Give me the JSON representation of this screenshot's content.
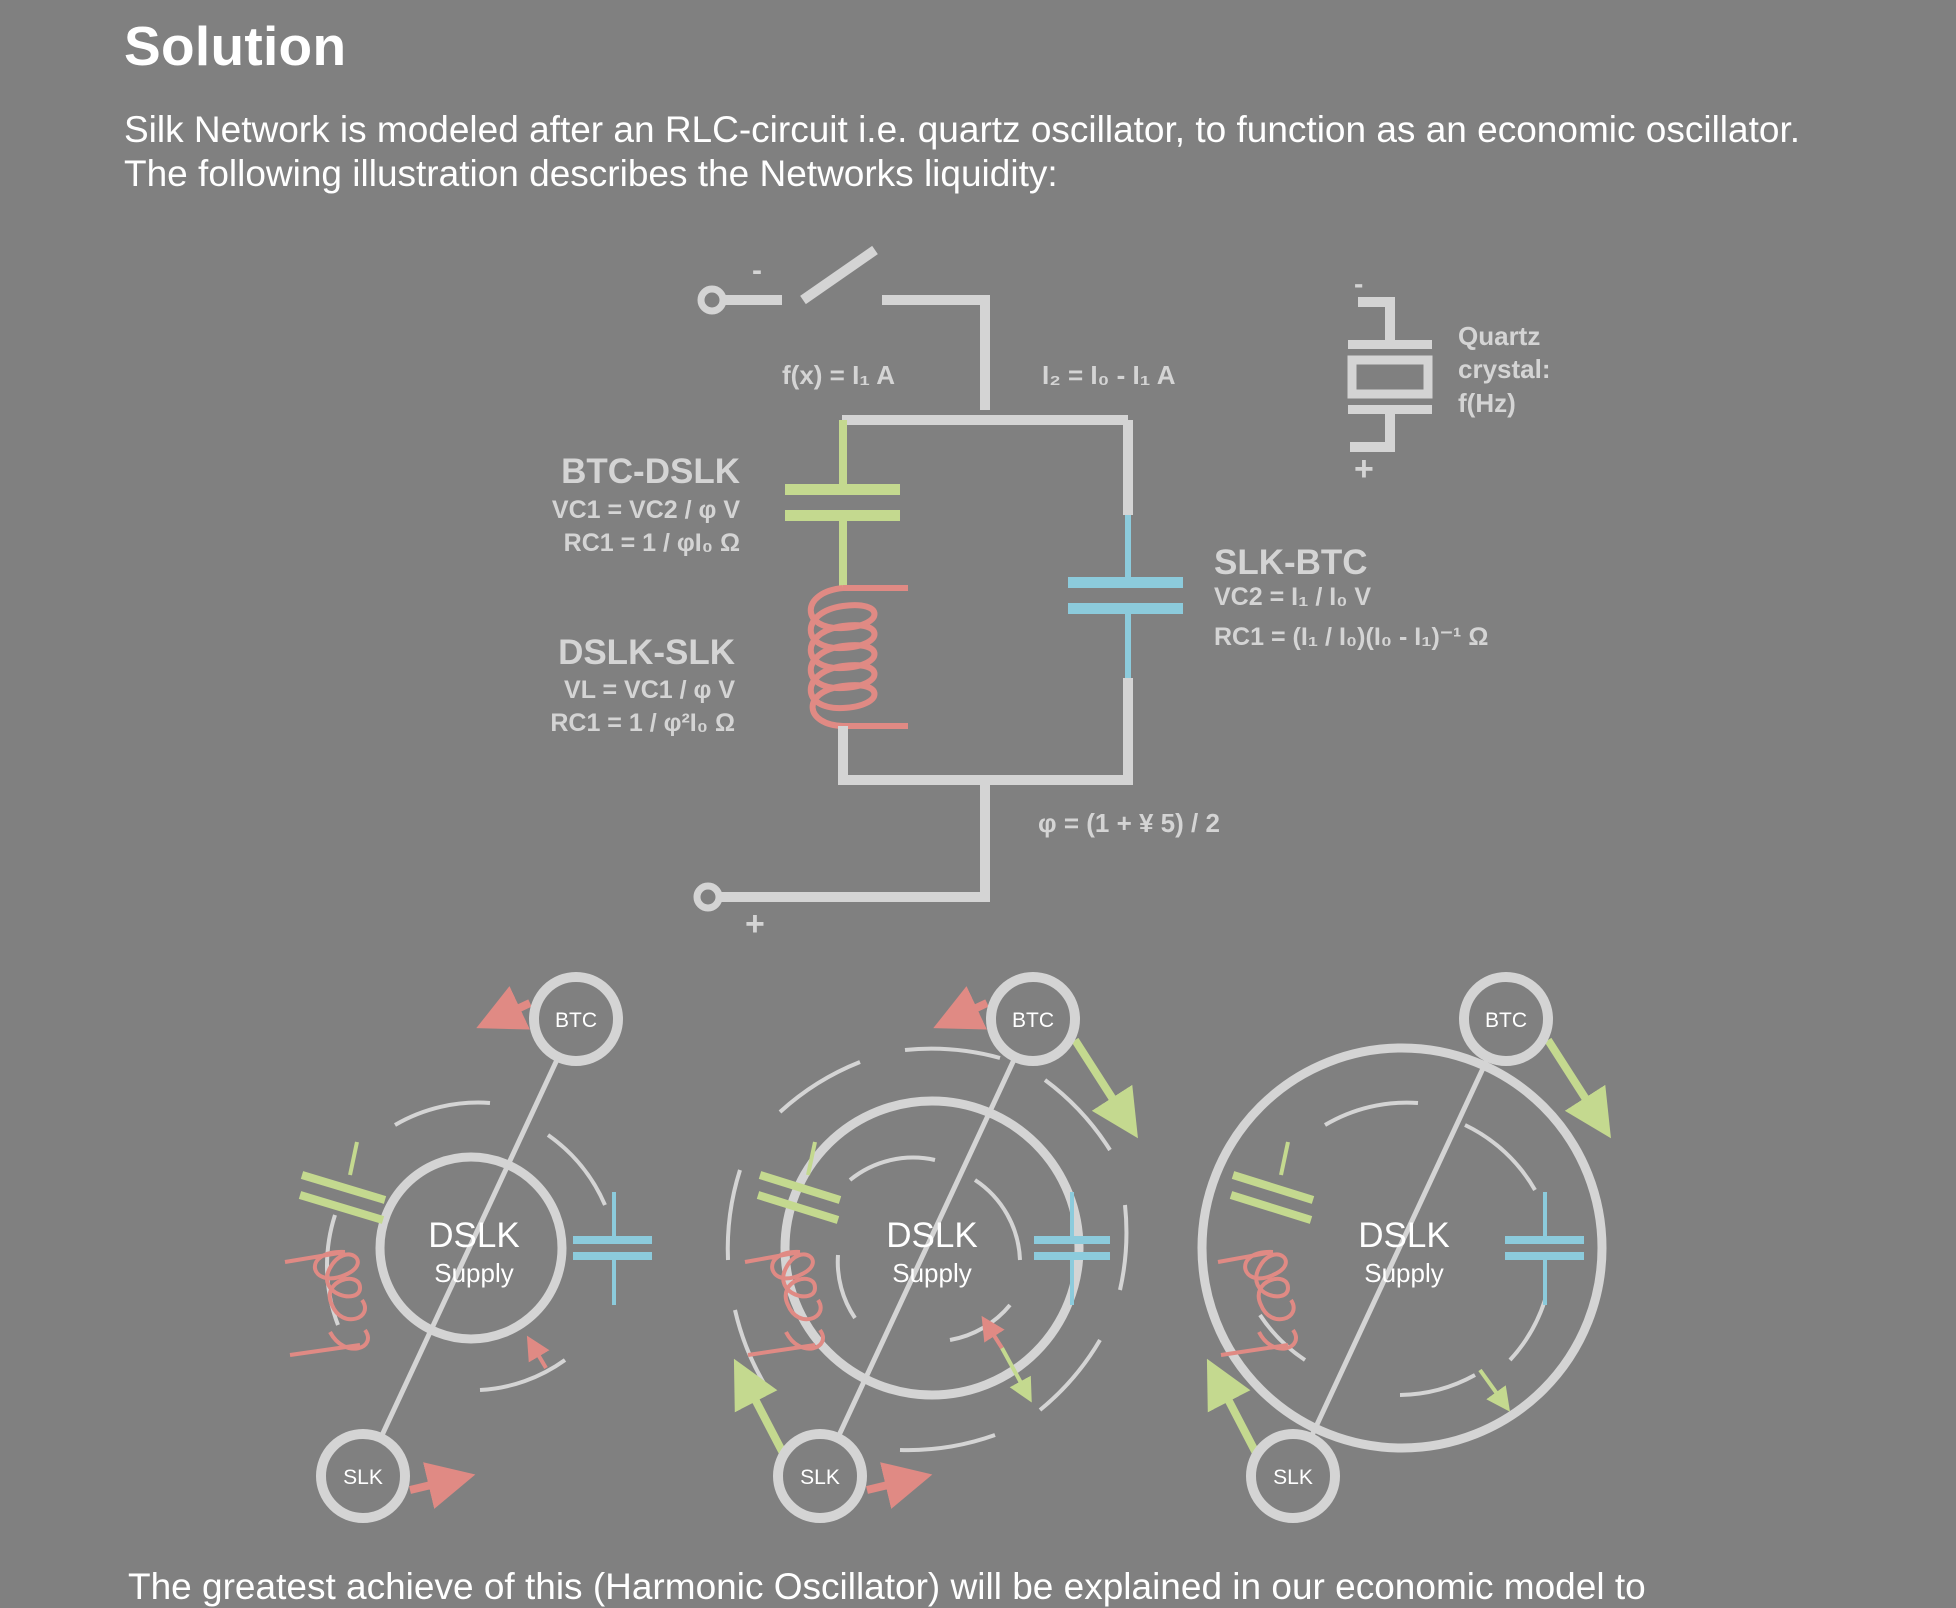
{
  "heading": "Solution",
  "intro": "Silk Network is modeled after an RLC-circuit i.e. quartz oscillator, to function as an economic oscillator. The following illustration describes the Networks liquidity:",
  "circuit": {
    "minus_top": "-",
    "plus_bottom": "+",
    "fx_label": "f(x) = I₁ A",
    "i2_label": "I₂ = I₀ - I₁ A",
    "phi_label": "φ = (1 + ¥ 5) / 2",
    "btc_dslk": {
      "title": "BTC-DSLK",
      "line1": "VC1 = VC2 / φ V",
      "line2": "RC1 = 1 / φI₀ Ω"
    },
    "dslk_slk": {
      "title": "DSLK-SLK",
      "line1": "VL = VC1 / φ V",
      "line2": "RC1 = 1 / φ²I₀ Ω"
    },
    "slk_btc": {
      "title": "SLK-BTC",
      "line1": "VC2 =  I₁ / I₀ V",
      "line2": "RC1 = (I₁ / I₀)(I₀ - I₁)⁻¹ Ω"
    },
    "quartz": {
      "minus": "-",
      "plus": "+",
      "line1": "Quartz",
      "line2": "crystal:",
      "line3": "f(Hz)"
    }
  },
  "oscillators": [
    {
      "top": "BTC",
      "bottom": "SLK",
      "title": "DSLK",
      "subtitle": "Supply"
    },
    {
      "top": "BTC",
      "bottom": "SLK",
      "title": "DSLK",
      "subtitle": "Supply"
    },
    {
      "top": "BTC",
      "bottom": "SLK",
      "title": "DSLK",
      "subtitle": "Supply"
    }
  ],
  "footer": "The greatest achieve of this (Harmonic Oscillator) will be explained in our economic model to",
  "colors": {
    "background": "#808080",
    "wire": "#d4d4d4",
    "capacitor_green": "#c4d98f",
    "capacitor_blue": "#8ccbdc",
    "inductor_red": "#e08a84"
  }
}
